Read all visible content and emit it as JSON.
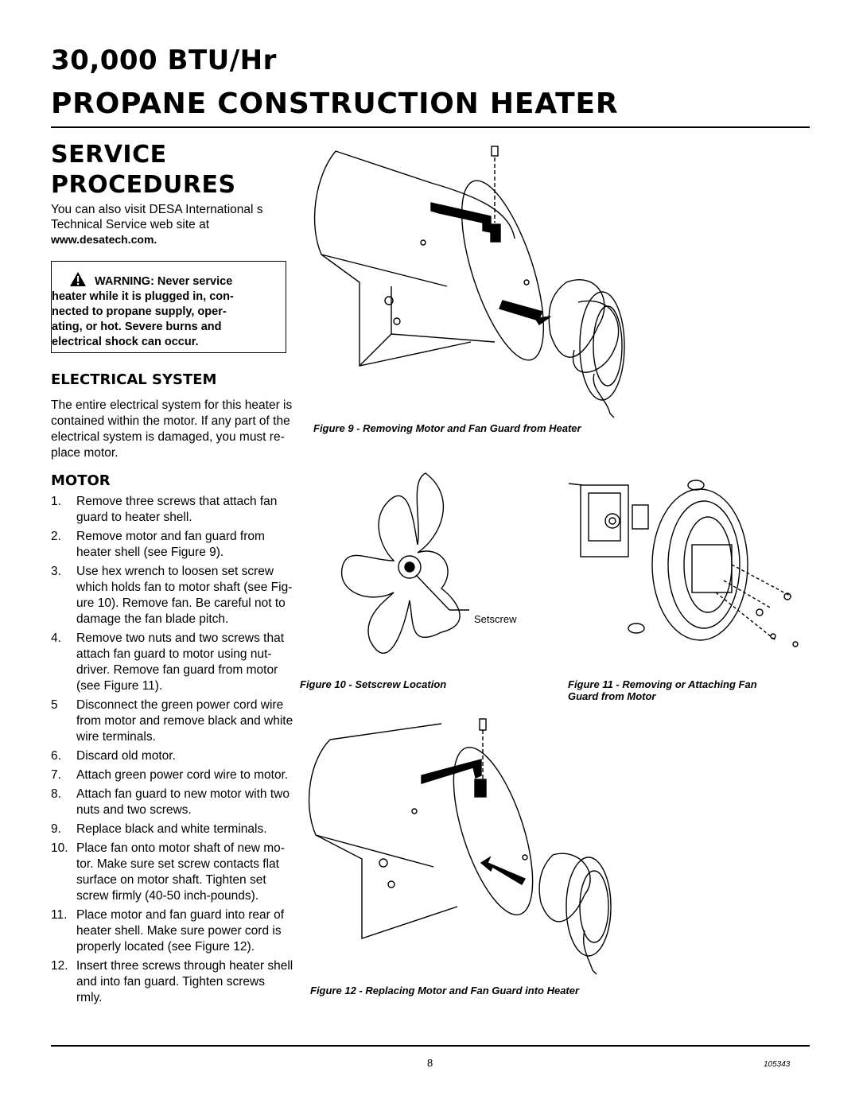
{
  "header": {
    "title_line1": "30,000 BTU/Hr",
    "title_line2": "PROPANE CONSTRUCTION HEATER"
  },
  "section": {
    "title_line1": "SERVICE",
    "title_line2": "PROCEDURES"
  },
  "intro": {
    "line1": "You can also visit DESA International s",
    "line2": "Technical Service web site at",
    "url": "www.desatech.com."
  },
  "warning": {
    "icon": "warning-triangle-icon",
    "label": "WARNING: Never service",
    "rest": "heater while it is plugged in, connected to propane supply, operating, or hot. Severe burns and electrical shock can occur.",
    "line2": "heater while it is plugged in, con-",
    "line3": "nected to propane supply, oper-",
    "line4": "ating, or hot. Severe burns and",
    "line5": "electrical shock can occur."
  },
  "electrical": {
    "heading": "ELECTRICAL SYSTEM",
    "line1": "The entire electrical system for this heater is",
    "line2": "contained within the motor. If any part of the",
    "line3": "electrical system is damaged, you must re-",
    "line4": "place motor."
  },
  "motor": {
    "heading": "MOTOR",
    "steps": [
      {
        "num": "1.",
        "lines": [
          "Remove three screws that attach fan",
          "guard to heater shell."
        ]
      },
      {
        "num": "2.",
        "lines": [
          "Remove motor and fan guard from",
          "heater shell (see Figure 9)."
        ]
      },
      {
        "num": "3.",
        "lines": [
          "Use hex wrench to loosen set screw",
          "which holds fan to motor shaft (see Fig-",
          "ure 10). Remove fan. Be careful not to",
          "damage the fan blade pitch."
        ]
      },
      {
        "num": "4.",
        "lines": [
          "Remove two nuts and two screws that",
          "attach fan guard to motor using nut-",
          "driver. Remove fan guard from motor",
          "(see Figure 11)."
        ]
      },
      {
        "num": "5",
        "lines": [
          "Disconnect the green power cord wire",
          "from motor and remove black and white",
          "wire terminals."
        ]
      },
      {
        "num": "6.",
        "lines": [
          "Discard old motor."
        ]
      },
      {
        "num": "7.",
        "lines": [
          "Attach green power cord wire to motor."
        ]
      },
      {
        "num": "8.",
        "lines": [
          "Attach fan guard to new motor with two",
          "nuts and two screws."
        ]
      },
      {
        "num": "9.",
        "lines": [
          "Replace black and white terminals."
        ]
      },
      {
        "num": "10.",
        "lines": [
          "Place fan onto motor shaft of new mo-",
          "tor. Make sure set screw contacts flat",
          "surface on motor shaft. Tighten set",
          "screw firmly (40-50 inch-pounds)."
        ]
      },
      {
        "num": "11.",
        "lines": [
          "Place motor and fan guard into rear of",
          "heater shell. Make sure power cord is",
          "properly located (see Figure 12)."
        ]
      },
      {
        "num": "12.",
        "lines": [
          "Insert three screws through heater shell",
          "and into fan guard. Tighten screws",
          "rmly."
        ]
      }
    ]
  },
  "figures": {
    "fig9_caption": "Figure 9 - Removing Motor and Fan Guard from Heater",
    "fig10_caption": "Figure 10 - Setscrew Location",
    "fig10_label": "Setscrew",
    "fig11_caption_line1": "Figure 11 - Removing or Attaching Fan",
    "fig11_caption_line2": "Guard from Motor",
    "fig12_caption": "Figure 12 - Replacing Motor and Fan Guard into Heater"
  },
  "footer": {
    "page_number": "8",
    "doc_code": "105343"
  }
}
